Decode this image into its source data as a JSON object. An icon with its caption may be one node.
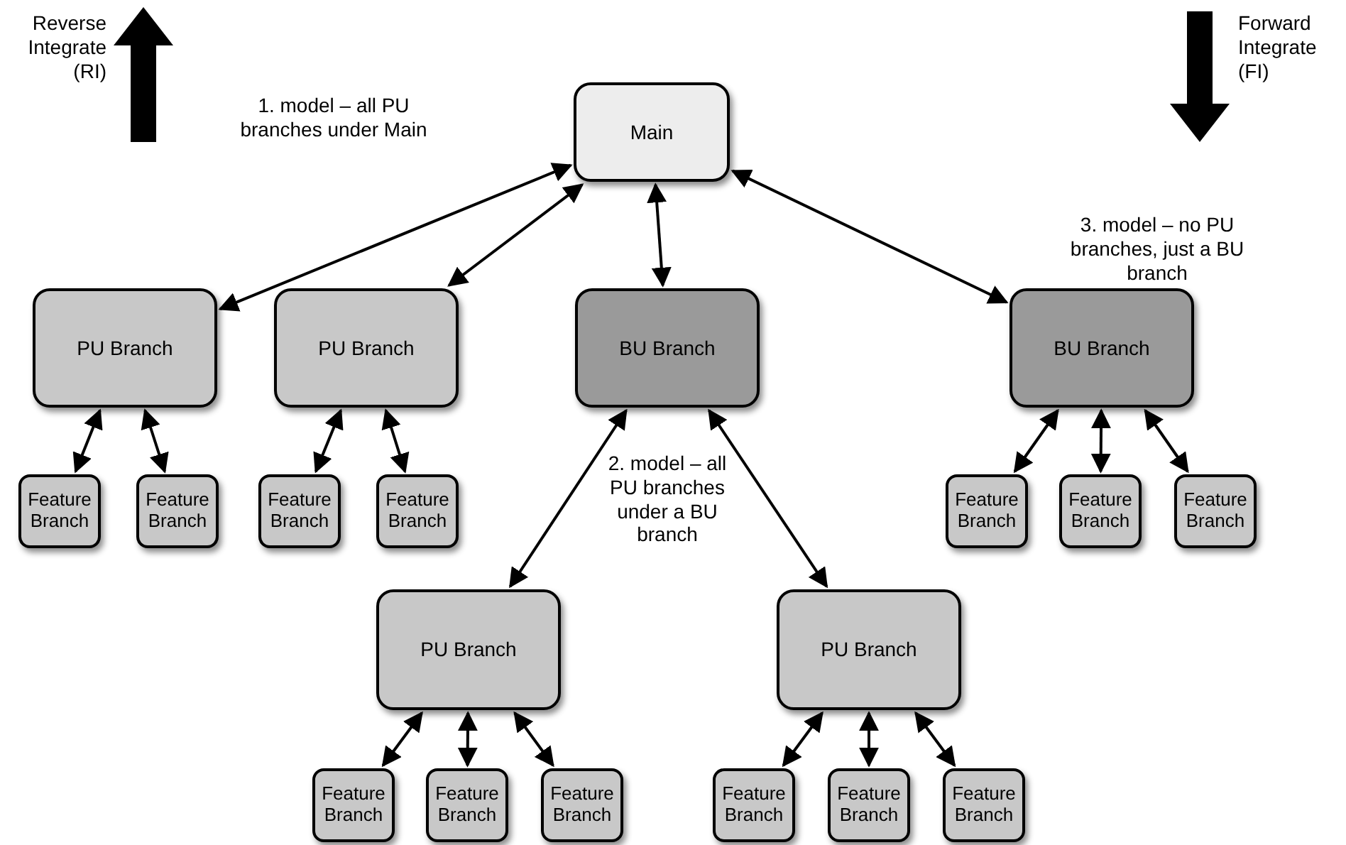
{
  "diagram": {
    "nodes": [
      {
        "text": [
          "Main"
        ]
      },
      {
        "text": [
          "PU Branch"
        ]
      },
      {
        "text": [
          "PU Branch"
        ]
      },
      {
        "text": [
          "BU Branch"
        ]
      },
      {
        "text": [
          "BU Branch"
        ]
      },
      {
        "text": [
          "Feature Branch"
        ]
      },
      {
        "text": [
          "Feature Branch"
        ]
      },
      {
        "text": [
          "Feature Branch"
        ]
      },
      {
        "text": [
          "Feature Branch"
        ]
      },
      {
        "text": [
          "Feature Branch"
        ]
      },
      {
        "text": [
          "Feature Branch"
        ]
      },
      {
        "text": [
          "Feature Branch"
        ]
      },
      {
        "text": [
          "PU Branch"
        ]
      },
      {
        "text": [
          "PU Branch"
        ]
      },
      {
        "text": [
          "Feature Branch"
        ]
      },
      {
        "text": [
          "Feature Branch"
        ]
      },
      {
        "text": [
          "Feature Branch"
        ]
      },
      {
        "text": [
          "Feature Branch"
        ]
      },
      {
        "text": [
          "Feature Branch"
        ]
      },
      {
        "text": [
          "Feature Branch"
        ]
      }
    ],
    "edges": [
      {
        "from": 0,
        "to": 1,
        "arrow": "both"
      },
      {
        "from": 0,
        "to": 2,
        "arrow": "both"
      },
      {
        "from": 0,
        "to": 3,
        "arrow": "both"
      },
      {
        "from": 0,
        "to": 4,
        "arrow": "both"
      },
      {
        "from": 1,
        "to": 5,
        "arrow": "both"
      },
      {
        "from": 1,
        "to": 6,
        "arrow": "both"
      },
      {
        "from": 2,
        "to": 7,
        "arrow": "both"
      },
      {
        "from": 2,
        "to": 8,
        "arrow": "both"
      },
      {
        "from": 4,
        "to": 9,
        "arrow": "both"
      },
      {
        "from": 4,
        "to": 10,
        "arrow": "both"
      },
      {
        "from": 4,
        "to": 11,
        "arrow": "both"
      },
      {
        "from": 3,
        "to": 12,
        "arrow": "both"
      },
      {
        "from": 3,
        "to": 13,
        "arrow": "both"
      },
      {
        "from": 12,
        "to": 14,
        "arrow": "both"
      },
      {
        "from": 12,
        "to": 15,
        "arrow": "both"
      },
      {
        "from": 12,
        "to": 16,
        "arrow": "both"
      },
      {
        "from": 13,
        "to": 17,
        "arrow": "both"
      },
      {
        "from": 13,
        "to": 18,
        "arrow": "both"
      },
      {
        "from": 13,
        "to": 19,
        "arrow": "both"
      }
    ],
    "labels": [
      "Reverse Integrate (RI)",
      "1. model – all PU branches under Main",
      "Forward Integrate (FI)",
      "3. model – no PU branches, just a BU branch",
      "2. model – all PU branches under a BU branch"
    ]
  }
}
